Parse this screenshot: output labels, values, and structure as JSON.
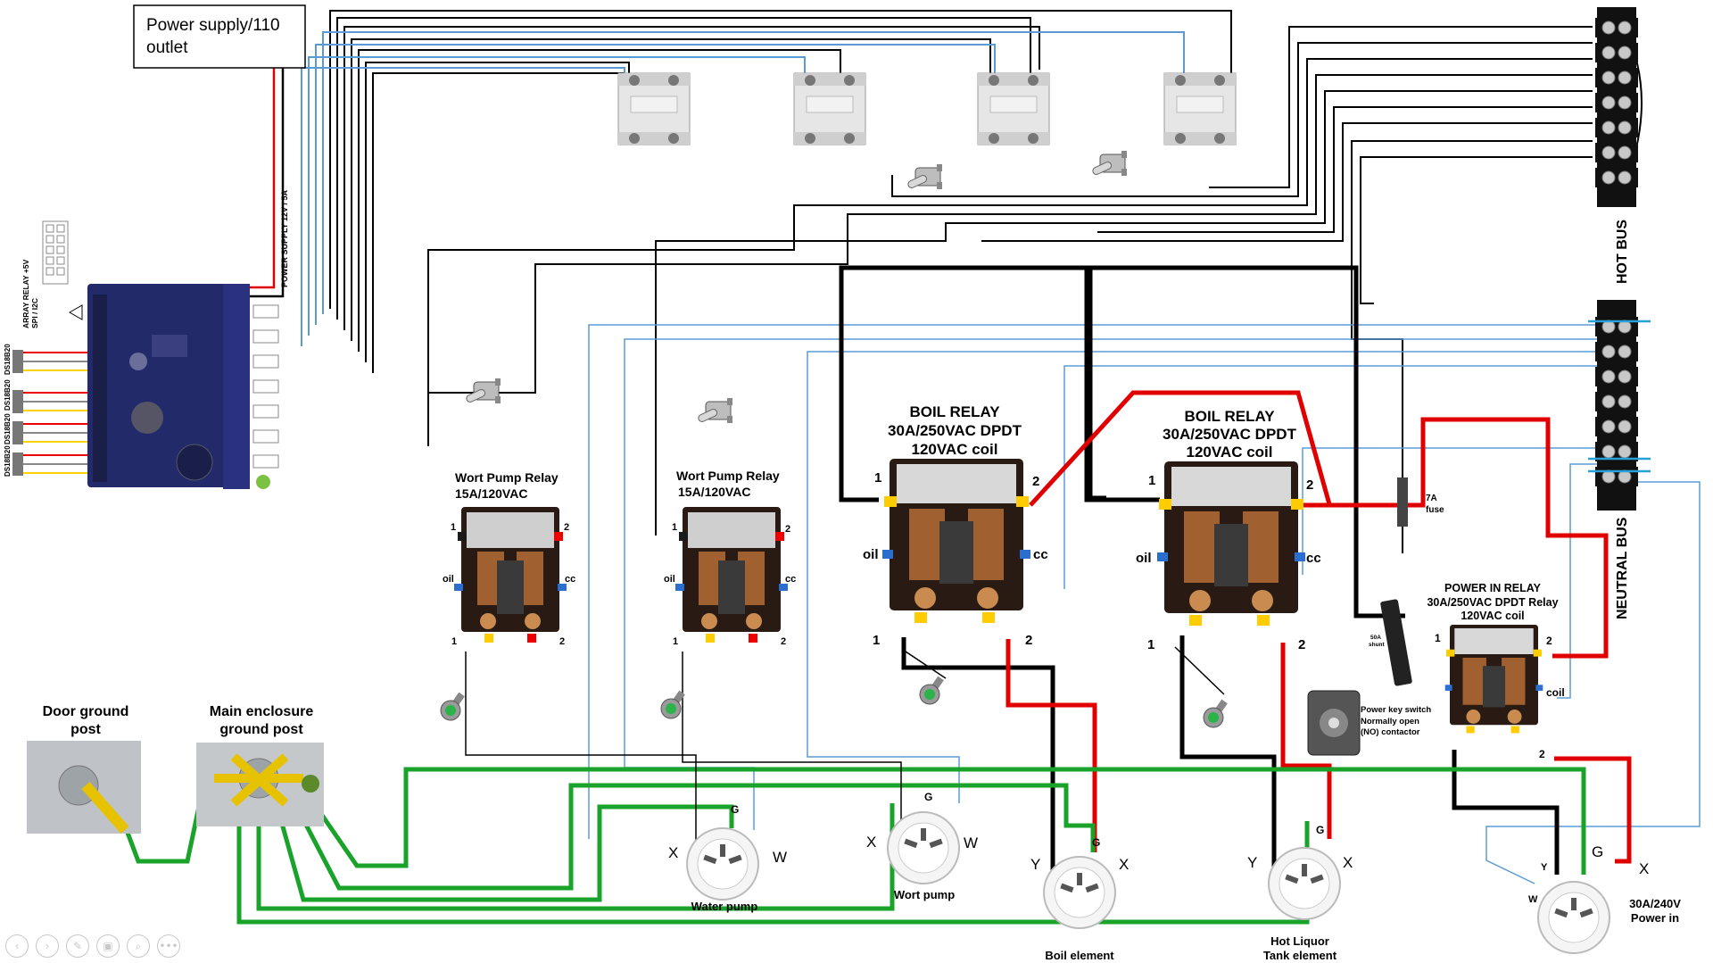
{
  "power_supply_box": {
    "line1": "Power supply/110",
    "line2": "outlet"
  },
  "controller": {
    "array_relay_label1": "ARRAY RELAY +5V",
    "array_relay_label2": "SPI / I2C",
    "power_supply_label": "POWER SUPPLY 12V / 5A",
    "sensor_labels": [
      "DS18B20",
      "DS18B20",
      "DS18B20",
      "DS18B20"
    ]
  },
  "wort_pump_relays": [
    {
      "title": "Wort Pump Relay",
      "spec": "15A/120VAC",
      "t1": "1",
      "t2": "2",
      "oil": "oil",
      "cc": "cc",
      "b1": "1",
      "b2": "2"
    },
    {
      "title": "Wort Pump Relay",
      "spec": "15A/120VAC",
      "t1": "1",
      "t2": "2",
      "oil": "oil",
      "cc": "cc",
      "b1": "1",
      "b2": "2"
    }
  ],
  "boil_relays": [
    {
      "title": "BOIL RELAY",
      "spec": "30A/250VAC DPDT",
      "coil": "120VAC coil",
      "t1": "1",
      "t2": "2",
      "oil": "oil",
      "cc": "cc",
      "b1": "1",
      "b2": "2"
    },
    {
      "title": "BOIL RELAY",
      "spec": "30A/250VAC DPDT",
      "coil": "120VAC coil",
      "t1": "1",
      "t2": "2",
      "oil": "oil",
      "cc": "cc",
      "b1": "1",
      "b2": "2"
    }
  ],
  "power_in_relay": {
    "title": "POWER IN RELAY",
    "spec": "30A/250VAC DPDT Relay",
    "coil": "120VAC coil",
    "t1": "1",
    "t2": "2",
    "coil_label": "coil",
    "b2": "2"
  },
  "fuse": {
    "line1": "7A",
    "line2": "fuse"
  },
  "shunt": {
    "line1": "50A",
    "line2": "shunt"
  },
  "key_switch": {
    "line1": "Power key switch",
    "line2": "Normally open",
    "line3": "(NO) contactor"
  },
  "buses": {
    "hot": "HOT BUS",
    "neutral": "NEUTRAL BUS"
  },
  "ground": {
    "door_line1": "Door ground",
    "door_line2": "post",
    "main_line1": "Main enclosure",
    "main_line2": "ground post"
  },
  "outlets": {
    "water_pump": {
      "label": "Water pump",
      "x": "X",
      "w": "W",
      "g": "G"
    },
    "wort_pump": {
      "label": "Wort pump",
      "x": "X",
      "w": "W",
      "g": "G"
    },
    "boil_element": {
      "label": "Boil element",
      "y": "Y",
      "x": "X",
      "g": "G"
    },
    "hlt_element": {
      "line1": "Hot Liquor",
      "line2": "Tank element",
      "y": "Y",
      "x": "X",
      "g": "G"
    },
    "power_in": {
      "line1": "30A/240V",
      "line2": "Power in",
      "x": "X",
      "y": "Y",
      "w": "W",
      "g": "G"
    }
  },
  "nav_icons": [
    "back-icon",
    "forward-icon",
    "pen-icon",
    "window-icon",
    "zoom-icon",
    "more-icon"
  ],
  "nav_glyphs": [
    "‹",
    "›",
    "✎",
    "▣",
    "⌕",
    "•••"
  ],
  "colors": {
    "hot": "#e00000",
    "neutral_signal": "#5b9bd5",
    "ground": "#1aa32a",
    "line": "#000000",
    "bus_blue": "#2aa0d8"
  }
}
